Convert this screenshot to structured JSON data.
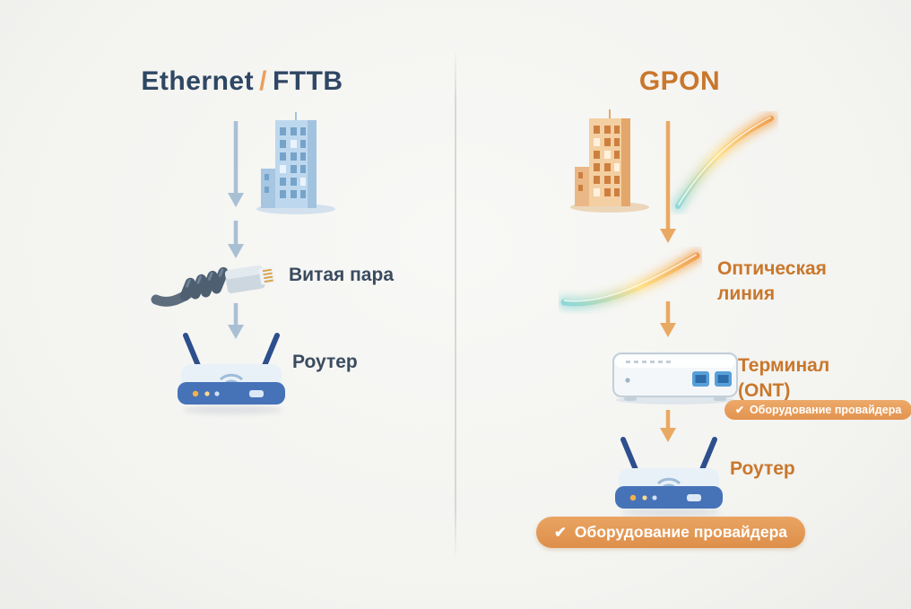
{
  "colors": {
    "left_accent": "#2e4763",
    "right_accent": "#c9772c",
    "badge_bg": "#e59a58",
    "arrow_left": "#a9c0d4",
    "arrow_right": "#e9a963"
  },
  "left": {
    "title_word1": "Ethernet",
    "title_slash": "/",
    "title_word2": "FTTB",
    "cable_label": "Витая пара",
    "router_label": "Роутер"
  },
  "right": {
    "title": "GPON",
    "optical_line1": "Оптическая",
    "optical_line2": "линия",
    "terminal_line1": "Терминал",
    "terminal_line2": "(ONT)",
    "terminal_badge_check": "✔",
    "terminal_badge_text": "Оборудование провайдера",
    "router_label": "Роутер",
    "bottom_badge_check": "✔",
    "bottom_badge_text": "Оборудование провайдера"
  }
}
